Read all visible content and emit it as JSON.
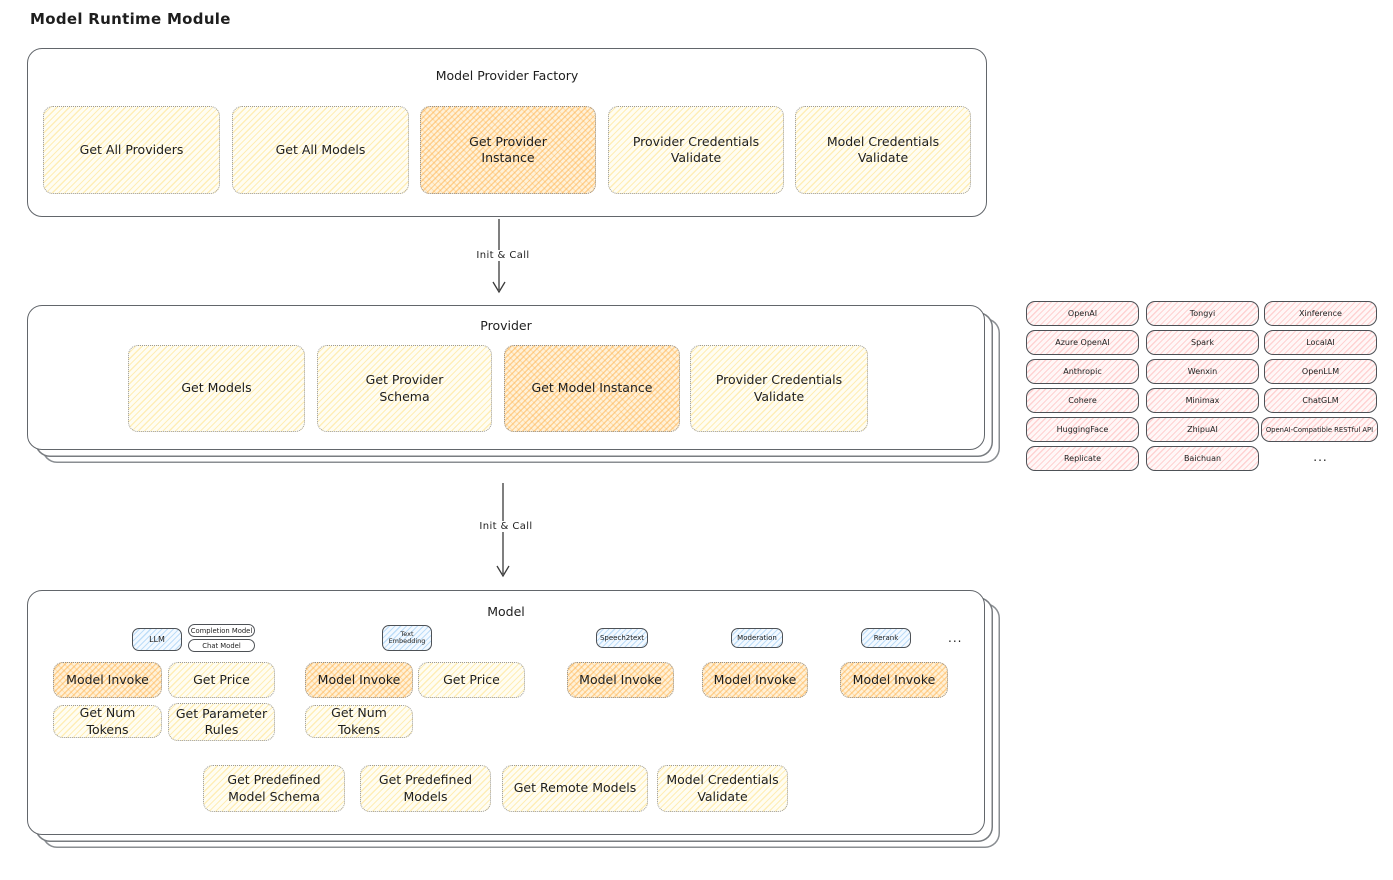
{
  "page": {
    "title": "Model Runtime Module"
  },
  "colors": {
    "node_yellow": "#ffec99",
    "node_orange_highlight": "#ffc078",
    "provider_pink": "#ffc9c9",
    "model_type_blue": "#a5d8ff",
    "stroke": "#1e1e1e"
  },
  "factory": {
    "title": "Model Provider Factory",
    "buttons": [
      {
        "label": "Get All Providers",
        "highlighted": false
      },
      {
        "label": "Get All Models",
        "highlighted": false
      },
      {
        "label": "Get Provider Instance",
        "highlighted": true
      },
      {
        "label": "Provider Credentials Validate",
        "highlighted": false
      },
      {
        "label": "Model Credentials Validate",
        "highlighted": false
      }
    ]
  },
  "arrows": {
    "factory_to_provider": "Init & Call",
    "provider_to_model": "Init & Call"
  },
  "provider": {
    "title": "Provider",
    "buttons": [
      {
        "label": "Get Models",
        "highlighted": false
      },
      {
        "label": "Get Provider Schema",
        "highlighted": false
      },
      {
        "label": "Get Model Instance",
        "highlighted": true
      },
      {
        "label": "Provider Credentials Validate",
        "highlighted": false
      }
    ]
  },
  "provider_list": {
    "items": [
      "OpenAI",
      "Tongyi",
      "Xinference",
      "Azure OpenAI",
      "Spark",
      "LocalAI",
      "Anthropic",
      "Wenxin",
      "OpenLLM",
      "Cohere",
      "Minimax",
      "ChatGLM",
      "HuggingFace",
      "ZhipuAI",
      "OpenAI-Compatible RESTful API",
      "Replicate",
      "Baichuan"
    ],
    "more_label": "..."
  },
  "model": {
    "title": "Model",
    "type_pills": [
      "LLM",
      "Completion Model",
      "Chat Model",
      "Text Embedding",
      "Speech2text",
      "Moderation",
      "Rerank"
    ],
    "more_label": "...",
    "buttons": [
      {
        "label": "Model Invoke",
        "highlighted": true
      },
      {
        "label": "Get Price",
        "highlighted": false
      },
      {
        "label": "Model Invoke",
        "highlighted": true
      },
      {
        "label": "Get Price",
        "highlighted": false
      },
      {
        "label": "Model Invoke",
        "highlighted": true
      },
      {
        "label": "Model Invoke",
        "highlighted": true
      },
      {
        "label": "Model Invoke",
        "highlighted": true
      },
      {
        "label": "Get Num Tokens",
        "highlighted": false
      },
      {
        "label": "Get Parameter Rules",
        "highlighted": false
      },
      {
        "label": "Get Num Tokens",
        "highlighted": false
      }
    ],
    "bottom_buttons": [
      "Get Predefined Model Schema",
      "Get Predefined Models",
      "Get Remote Models",
      "Model Credentials Validate"
    ]
  }
}
